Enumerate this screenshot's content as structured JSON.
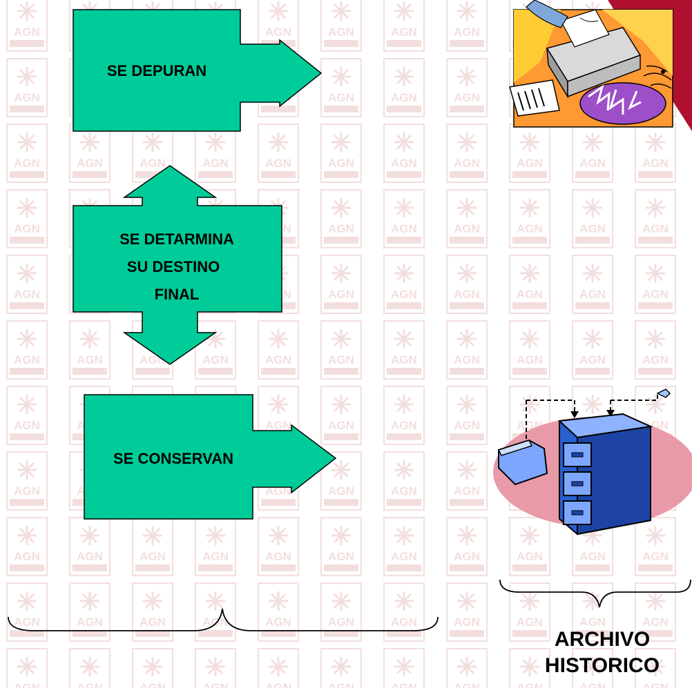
{
  "colors": {
    "arrow_fill": "#00CC99",
    "arrow_stroke": "#000000",
    "watermark": "#f3dede",
    "corner_accent": "#b01030"
  },
  "boxes": {
    "depuran": {
      "label": "SE DEPURAN"
    },
    "determina": {
      "line1": "SE DETARMINA",
      "line2": "SU DESTINO",
      "line3": "FINAL"
    },
    "conservan": {
      "label": "SE CONSERVAN"
    }
  },
  "captions": {
    "archivo_line1": "ARCHIVO",
    "archivo_line2": "HISTORICO"
  },
  "watermark_logo": {
    "text": "AGN"
  },
  "icons": {
    "top_right": "paper-shredder-clipart",
    "bottom_right": "filing-cabinet-clipart"
  }
}
